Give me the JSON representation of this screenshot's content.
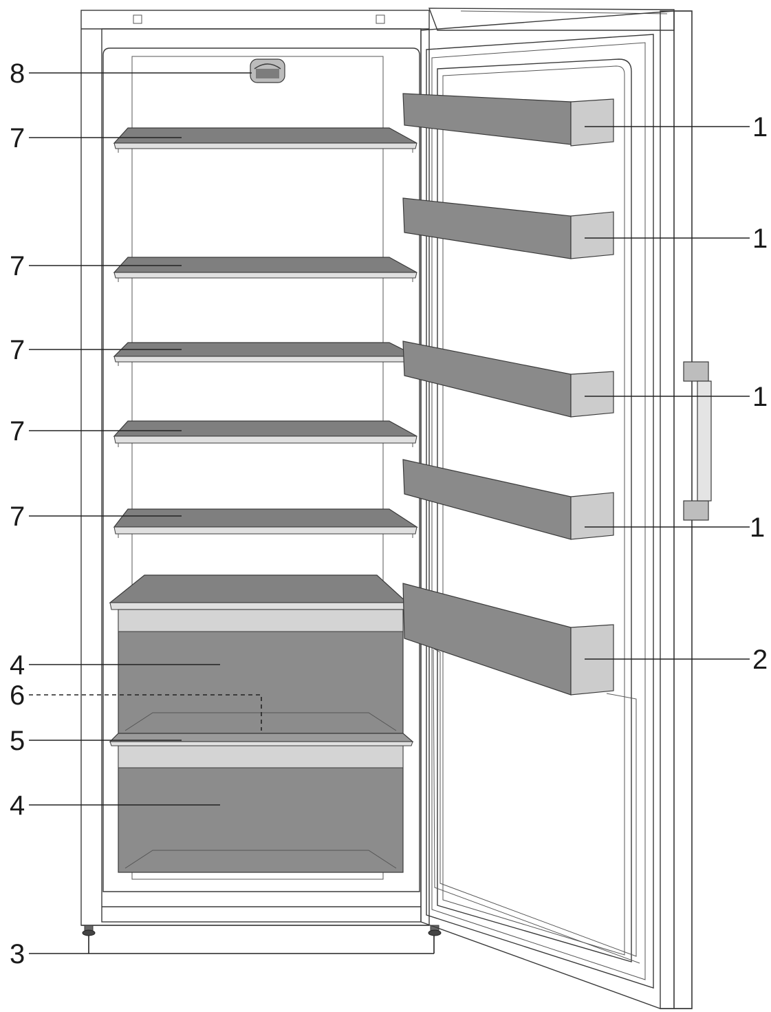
{
  "colors": {
    "outline": "#3a3a3a",
    "shelf_top": "#7f7f7f",
    "shelf_edge": "#d9d9d9",
    "door_bin": "#8a8a8a",
    "door_bin_face": "#c8c8c8",
    "crisper": "#8c8c8c",
    "crisper_band": "#cfcfcf",
    "panel_fill": "#ffffff"
  },
  "icons": {
    "door_bins": "door-shelf-icon",
    "bottle_bin": "bottle-shelf-icon",
    "feet": "adjustable-foot-icon",
    "crispers": "vegetable-drawer-icon",
    "divider": "glass-plate-icon",
    "shelves": "glass-shelf-icon",
    "control": "thermostat-light-icon"
  },
  "callouts": {
    "c1a": "1",
    "c1b": "1",
    "c1c": "1",
    "c1d": "1",
    "c2": "2",
    "c3": "3",
    "c4a": "4",
    "c4b": "4",
    "c5": "5",
    "c6": "6",
    "c7a": "7",
    "c7b": "7",
    "c7c": "7",
    "c7d": "7",
    "c7e": "7",
    "c8": "8"
  }
}
